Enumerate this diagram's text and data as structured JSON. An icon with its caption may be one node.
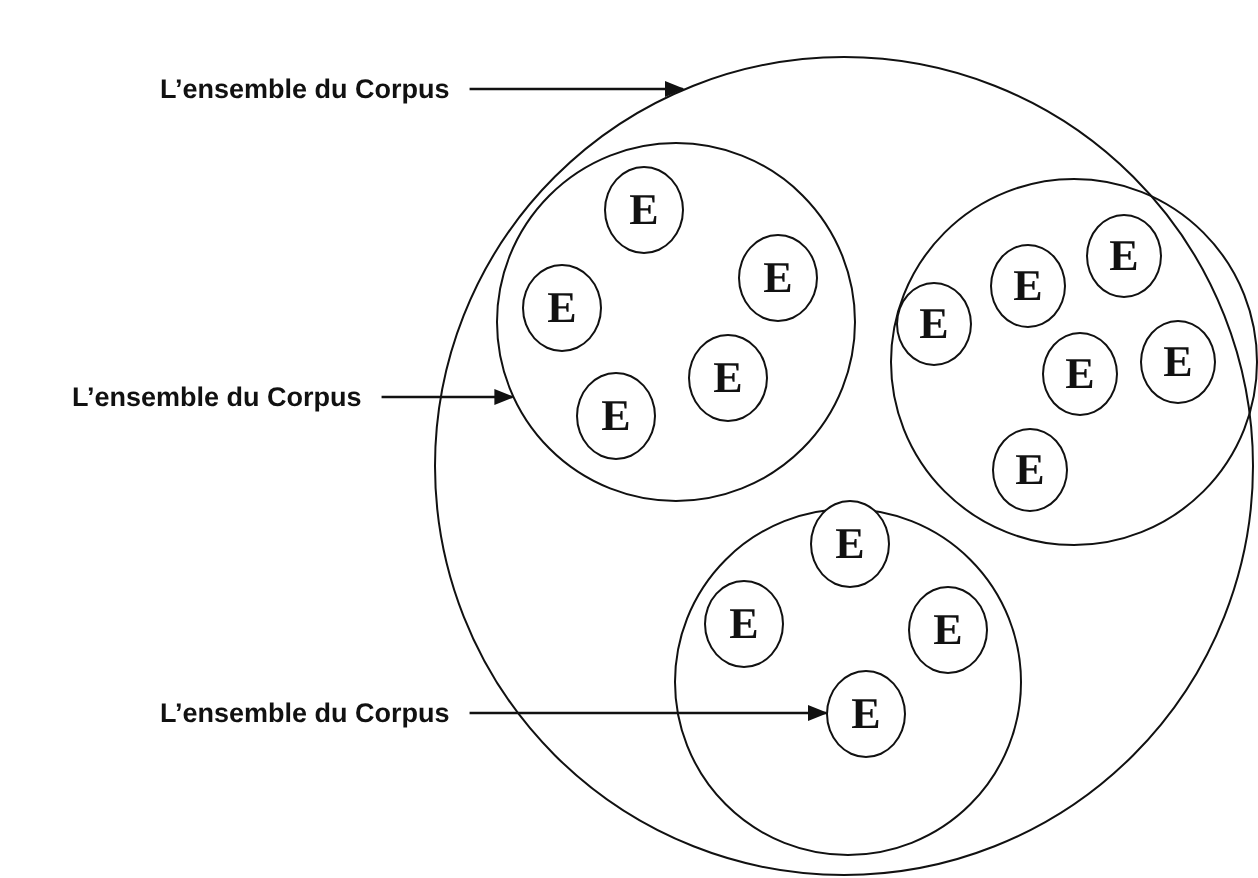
{
  "diagram": {
    "nodes": [
      {
        "text": [
          "L’ensemble du Corpus"
        ]
      },
      {
        "text": [
          "L’ensemble du Corpus"
        ]
      },
      {
        "text": [
          "L’ensemble du Corpus"
        ]
      },
      {
        "text": [],
        "shape": "circle"
      },
      {
        "text": [],
        "shape": "circle",
        "in": 3
      },
      {
        "text": [
          "E"
        ],
        "in": 4
      },
      {
        "text": [
          "E"
        ],
        "in": 4
      },
      {
        "text": [
          "E"
        ],
        "in": 4
      },
      {
        "text": [
          "E"
        ],
        "in": 4
      },
      {
        "text": [
          "E"
        ],
        "in": 4
      },
      {
        "text": [],
        "shape": "circle",
        "in": 3
      },
      {
        "text": [
          "E"
        ],
        "in": 10
      },
      {
        "text": [
          "E"
        ],
        "in": 10
      },
      {
        "text": [
          "E"
        ],
        "in": 10
      },
      {
        "text": [
          "E"
        ],
        "in": 10
      },
      {
        "text": [
          "E"
        ],
        "in": 10
      },
      {
        "text": [
          "E"
        ],
        "in": 10
      },
      {
        "text": [],
        "shape": "circle",
        "in": 3
      },
      {
        "text": [
          "E"
        ],
        "in": 17
      },
      {
        "text": [
          "E"
        ],
        "in": 17
      },
      {
        "text": [
          "E"
        ],
        "in": 17
      },
      {
        "text": [
          "E"
        ],
        "in": 17
      }
    ],
    "edges": [
      {
        "from": 0,
        "to": 3,
        "arrow": "to"
      },
      {
        "from": 1,
        "to": 4,
        "arrow": "to"
      },
      {
        "from": 2,
        "to": 21,
        "arrow": "to"
      }
    ]
  }
}
